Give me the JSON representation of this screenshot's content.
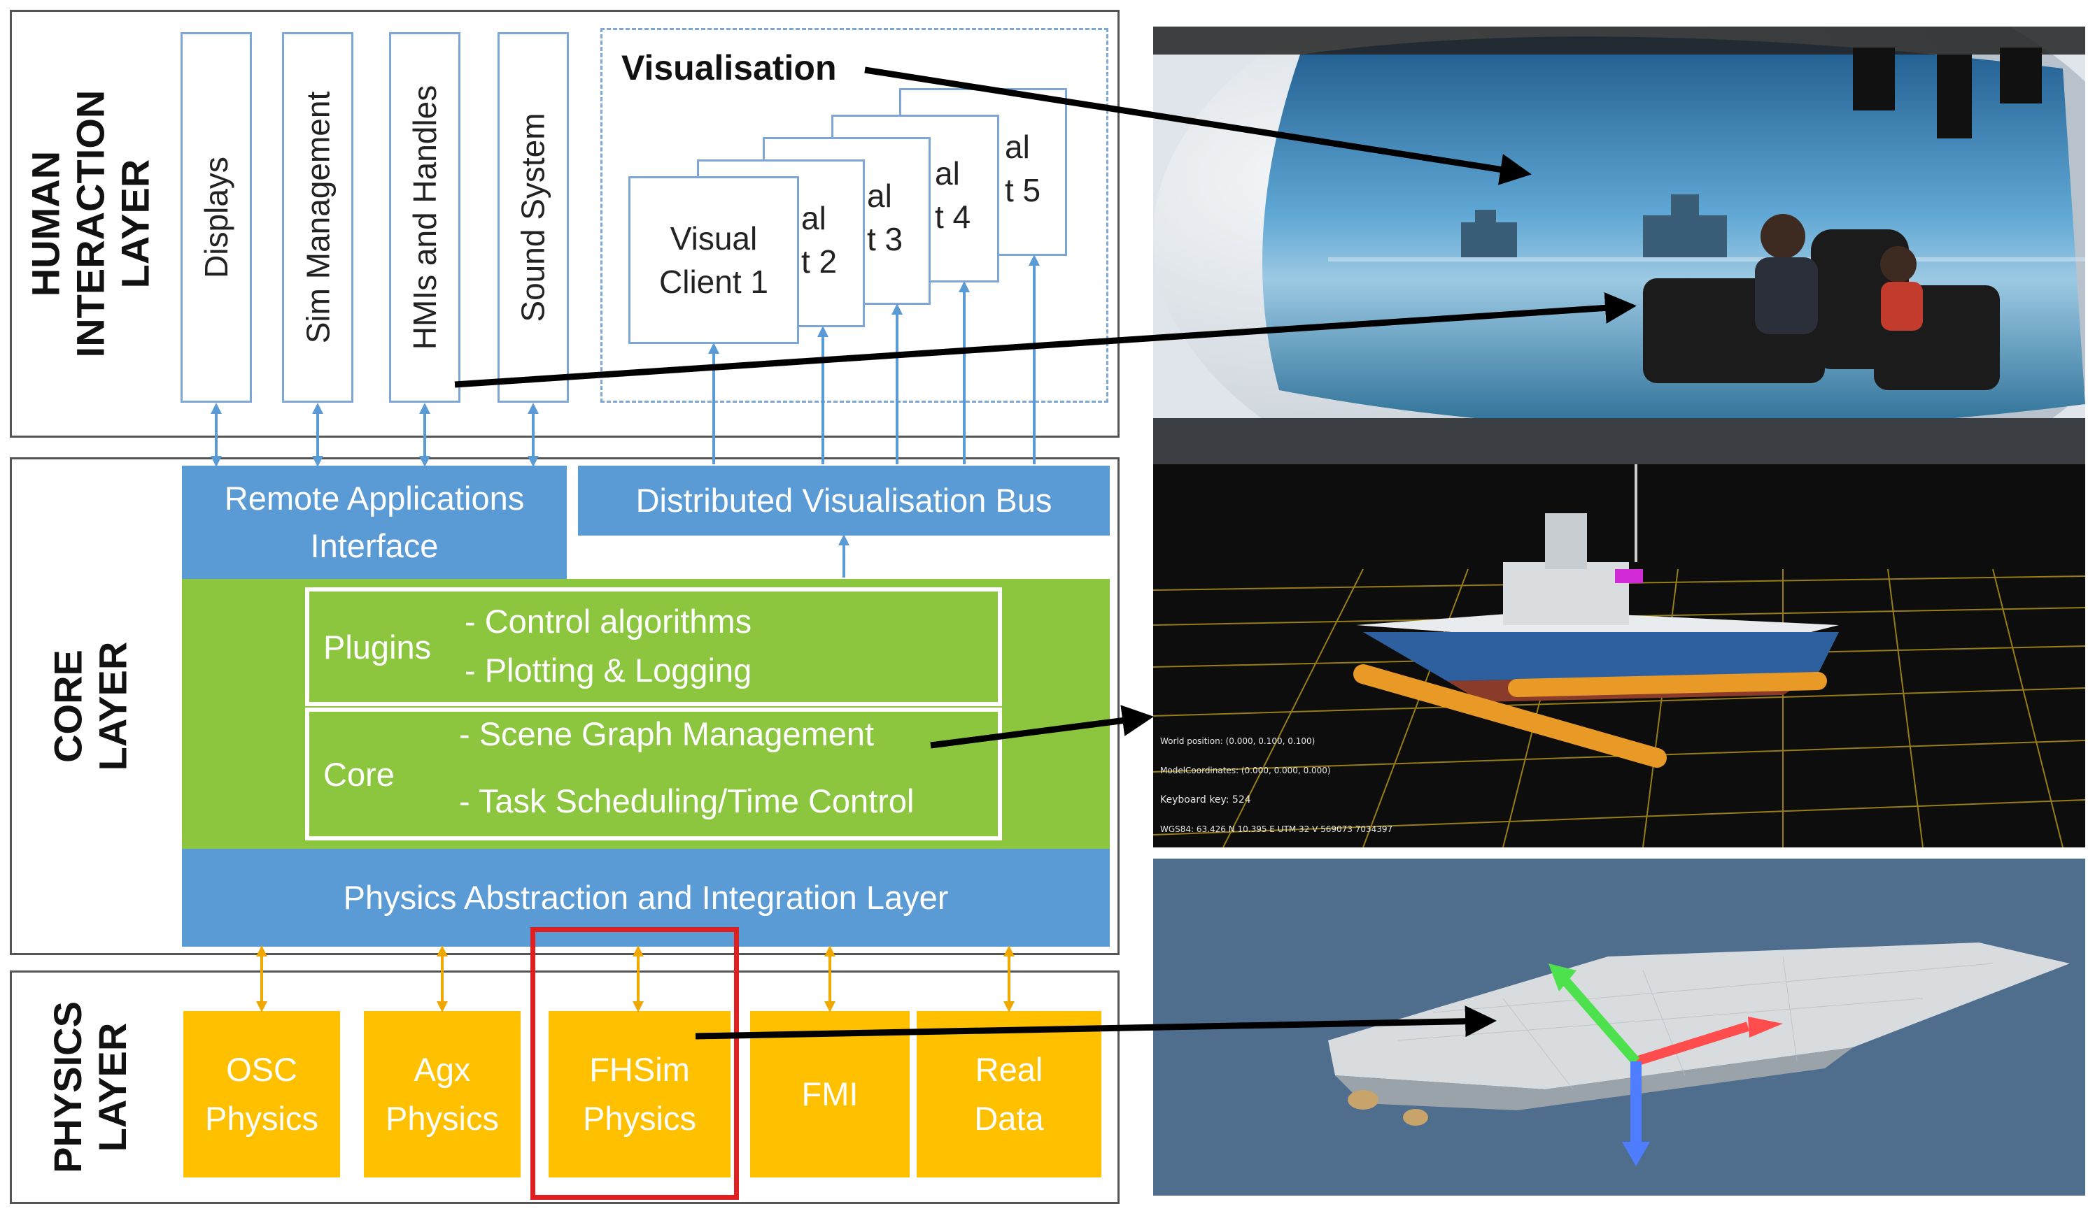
{
  "layers": {
    "human": "HUMAN\nINTERACTION\nLAYER",
    "core": "CORE\nLAYER",
    "physics": "PHYSICS\nLAYER"
  },
  "human_boxes": [
    "Displays",
    "Sim Management",
    "HMIs and Handles",
    "Sound System"
  ],
  "visualisation": {
    "title": "Visualisation",
    "clients": [
      {
        "main": "Visual\nClient 1"
      },
      {
        "partial": "al\nt 2"
      },
      {
        "partial": "al\nt 3"
      },
      {
        "partial": "al\nt 4"
      },
      {
        "partial": "al\nt 5"
      }
    ]
  },
  "core": {
    "remote_api": "Remote Applications\nInterface",
    "dist_bus": "Distributed Visualisation Bus",
    "plugins_label": "Plugins",
    "plugins_items": "- Control algorithms\n- Plotting & Logging",
    "core_label": "Core",
    "core_item_1": "- Scene Graph Management",
    "core_item_2": "- Task Scheduling/Time Control",
    "abstraction": "Physics Abstraction and Integration Layer"
  },
  "physics_boxes": [
    "OSC\nPhysics",
    "Agx\nPhysics",
    "FHSim\nPhysics",
    "FMI",
    "Real\nData"
  ],
  "colors": {
    "blue": "#5b9bd5",
    "green": "#8cc63f",
    "orange": "#ffc000",
    "highlight": "#e02020"
  },
  "screenshot_overlay": {
    "line1": "World position: (0.000, 0.100, 0.100)",
    "line2": "ModelCoordinates: (0.000, 0.000, 0.000)",
    "line3": "Keyboard key: 524",
    "line4": "WGS84: 63.426  N  10.395 E  UTM 32 V 569073 7034397"
  }
}
